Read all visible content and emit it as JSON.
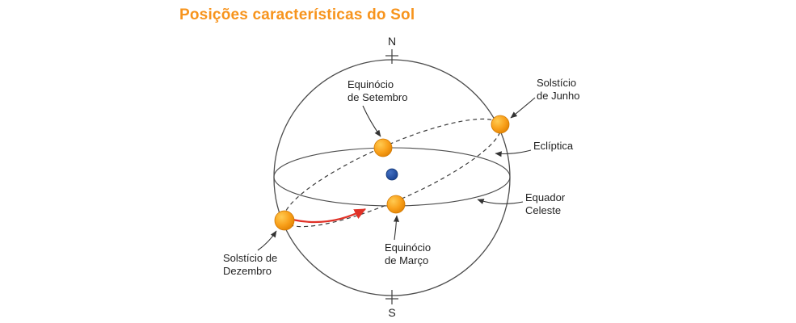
{
  "title": "Posições características do Sol",
  "compass": {
    "north": "N",
    "south": "S"
  },
  "labels": {
    "september_equinox": "Equinócio\nde Setembro",
    "june_solstice": "Solstício\nde Junho",
    "ecliptic": "Eclíptica",
    "celestial_equator": "Equador\nCeleste",
    "march_equinox": "Equinócio\nde Março",
    "december_solstice": "Solstício de\nDezembro"
  },
  "colors": {
    "title": "#F7941D",
    "sun": "#F9A11B",
    "earth": "#24519F",
    "motion_arrow": "#E03127",
    "line": "#3d3d3d"
  }
}
